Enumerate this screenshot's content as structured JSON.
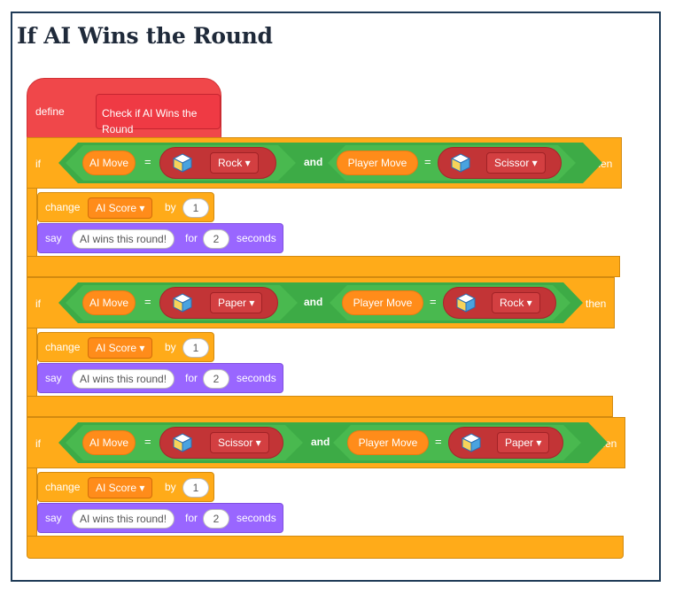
{
  "title": "If AI Wins the Round",
  "define": {
    "keyword": "define",
    "name": "Check if AI Wins the Round"
  },
  "labels": {
    "if": "if",
    "then": "then",
    "and": "and",
    "eq": "=",
    "change": "change",
    "by": "by",
    "say": "say",
    "for": "for",
    "seconds": "seconds"
  },
  "rounds": [
    {
      "ai_var": "AI Move",
      "ai_choice": "Rock",
      "player_var": "Player Move",
      "player_choice": "Scissor",
      "score_var": "AI Score",
      "score_by": "1",
      "message": "AI wins this round!",
      "secs": "2"
    },
    {
      "ai_var": "AI Move",
      "ai_choice": "Paper",
      "player_var": "Player Move",
      "player_choice": "Rock",
      "score_var": "AI Score",
      "score_by": "1",
      "message": "AI wins this round!",
      "secs": "2"
    },
    {
      "ai_var": "AI Move",
      "ai_choice": "Scissor",
      "player_var": "Player Move",
      "player_choice": "Paper",
      "score_var": "AI Score",
      "score_by": "1",
      "message": "AI wins this round!",
      "secs": "2"
    }
  ],
  "colors": {
    "control": "#ffab19",
    "operator": "#49b94f",
    "looks": "#9966ff",
    "variable": "#ff8c1a",
    "my_blocks": "#f0474a",
    "extension": "#c23436"
  },
  "icons": {
    "ml_cube": "cube-icon"
  }
}
